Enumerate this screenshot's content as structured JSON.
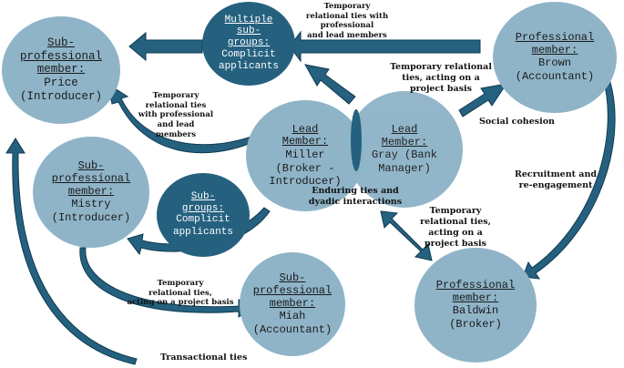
{
  "colors": {
    "light_node": "#8fb4c8",
    "dark_node": "#25617f",
    "arrow": "#25617f",
    "arrow_outline": "#0f3a50"
  },
  "nodes": {
    "price": {
      "title": [
        "Sub-",
        "professional",
        "member:"
      ],
      "body": [
        "Price",
        "(Introducer)"
      ]
    },
    "multiple_subgroups": {
      "title": [
        "Multiple",
        "sub-",
        "groups:"
      ],
      "body": [
        "Complicit",
        "applicants"
      ]
    },
    "brown": {
      "title": [
        "Professional",
        "member:"
      ],
      "body": [
        "Brown",
        "(Accountant)"
      ]
    },
    "mistry": {
      "title": [
        "Sub-",
        "professional",
        "member:"
      ],
      "body": [
        "Mistry",
        "(Introducer)"
      ]
    },
    "miller": {
      "title": [
        "Lead",
        "Member:"
      ],
      "body": [
        "Miller",
        "(Broker -",
        "Introducer)"
      ]
    },
    "gray": {
      "title": [
        "Lead",
        "Member:"
      ],
      "body": [
        "Gray (Bank",
        "Manager)"
      ]
    },
    "subgroups": {
      "title": [
        "Sub-",
        "groups:"
      ],
      "body": [
        "Complicit",
        "applicants"
      ]
    },
    "miah": {
      "title": [
        "Sub-",
        "professional",
        "member:"
      ],
      "body": [
        "Miah",
        "(Accountant)"
      ]
    },
    "baldwin": {
      "title": [
        "Professional",
        "member:"
      ],
      "body": [
        "Baldwin",
        "(Broker)"
      ]
    }
  },
  "labels": {
    "temp_top": [
      "Temporary",
      "relational ties with",
      "professional",
      "and lead members"
    ],
    "temp_right": [
      "Temporary relational",
      "ties, acting on a",
      "project basis"
    ],
    "social": "Social cohesion",
    "temp_left": [
      "Temporary",
      "relational ties",
      "with professional",
      "and lead",
      "members"
    ],
    "recruitment": [
      "Recruitment and",
      "re-engagement"
    ],
    "enduring": [
      "Enduring ties and",
      "dyadic interactions"
    ],
    "temp_mid": [
      "Temporary",
      "relational ties,",
      "acting on a",
      "project basis"
    ],
    "temp_bottom": [
      "Temporary",
      "relational ties,",
      "acting on a project basis"
    ],
    "transactional": "Transactional ties"
  }
}
